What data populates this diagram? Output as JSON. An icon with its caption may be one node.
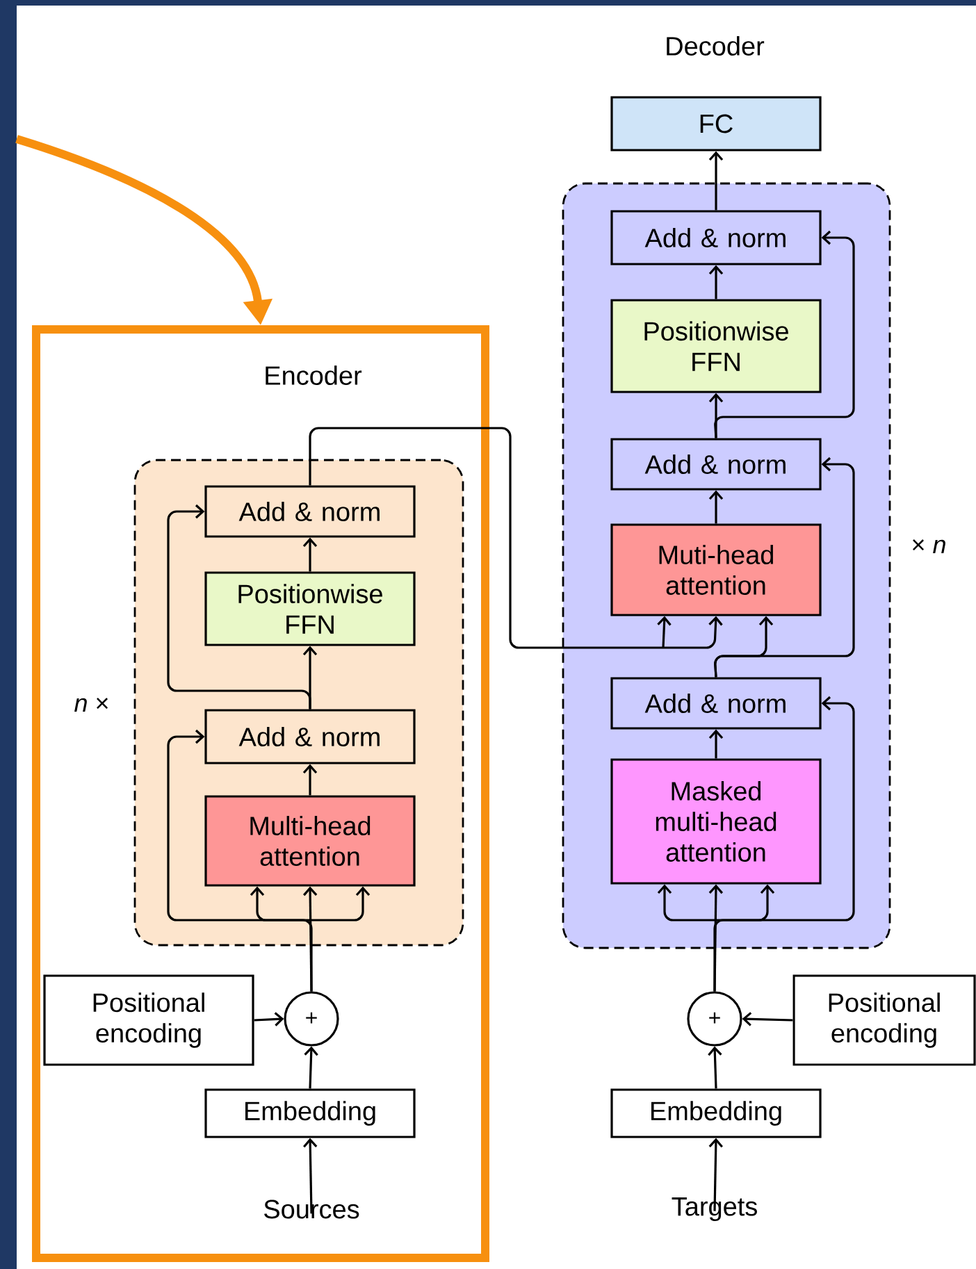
{
  "diagram": {
    "nodes": [
      {
        "text": [
          "Encoder"
        ]
      },
      {
        "text": [],
        "shape": "box",
        "in": 0,
        "beside": [
          "*n* ×"
        ]
      },
      {
        "text": [
          "Add & norm"
        ],
        "in": 1
      },
      {
        "text": [
          "Positionwise FFN"
        ],
        "in": 1
      },
      {
        "text": [
          "Add & norm"
        ],
        "in": 1
      },
      {
        "text": [
          "Multi-head attention"
        ],
        "in": 1
      },
      {
        "text": [
          "Positional encoding"
        ],
        "in": 0
      },
      {
        "text": [
          "+"
        ],
        "in": 0
      },
      {
        "text": [
          "Embedding"
        ],
        "in": 0
      },
      {
        "text": [
          "Sources"
        ],
        "in": 0
      },
      {
        "text": [
          "FC"
        ]
      },
      {
        "text": [],
        "shape": "box",
        "beside": [
          "× *n*"
        ]
      },
      {
        "text": [
          "Add & norm"
        ],
        "in": 11
      },
      {
        "text": [
          "Positionwise FFN"
        ],
        "in": 11
      },
      {
        "text": [
          "Add & norm"
        ],
        "in": 11
      },
      {
        "text": [
          "Muti-head attention"
        ],
        "in": 11
      },
      {
        "text": [
          "Add & norm"
        ],
        "in": 11
      },
      {
        "text": [
          "Masked multi-head attention"
        ],
        "in": 11
      },
      {
        "text": [
          "+"
        ]
      },
      {
        "text": [
          "Positional encoding"
        ]
      },
      {
        "text": [
          "Embedding"
        ]
      },
      {
        "text": [
          "Targets"
        ]
      }
    ],
    "edges": [
      {
        "from": null,
        "to": 0,
        "arrow": "to",
        "style": "thick",
        "color": "#f7900f"
      },
      {
        "from": 9,
        "to": 8,
        "arrow": "to"
      },
      {
        "from": 8,
        "to": 7,
        "arrow": "to"
      },
      {
        "from": 6,
        "to": 7,
        "arrow": "to"
      },
      {
        "from": 7,
        "to": 5,
        "arrow": "to"
      },
      {
        "from": 7,
        "to": 4,
        "arrow": "to"
      },
      {
        "from": 5,
        "to": 4,
        "arrow": "to"
      },
      {
        "from": 4,
        "to": 3,
        "arrow": "to"
      },
      {
        "from": 4,
        "to": 2,
        "arrow": "to"
      },
      {
        "from": 3,
        "to": 2,
        "arrow": "to"
      },
      {
        "from": 2,
        "to": 15,
        "arrow": "to"
      },
      {
        "from": 21,
        "to": 20,
        "arrow": "to"
      },
      {
        "from": 20,
        "to": 18,
        "arrow": "to"
      },
      {
        "from": 19,
        "to": 18,
        "arrow": "to"
      },
      {
        "from": 18,
        "to": 17,
        "arrow": "to"
      },
      {
        "from": 18,
        "to": 16,
        "arrow": "to"
      },
      {
        "from": 17,
        "to": 16,
        "arrow": "to"
      },
      {
        "from": 16,
        "to": 15,
        "arrow": "to"
      },
      {
        "from": 16,
        "to": 14,
        "arrow": "to"
      },
      {
        "from": 15,
        "to": 14,
        "arrow": "to"
      },
      {
        "from": 14,
        "to": 13,
        "arrow": "to"
      },
      {
        "from": 14,
        "to": 12,
        "arrow": "to"
      },
      {
        "from": 13,
        "to": 12,
        "arrow": "to"
      },
      {
        "from": 12,
        "to": 10,
        "arrow": "to"
      }
    ],
    "labels": [
      "Decoder"
    ]
  }
}
